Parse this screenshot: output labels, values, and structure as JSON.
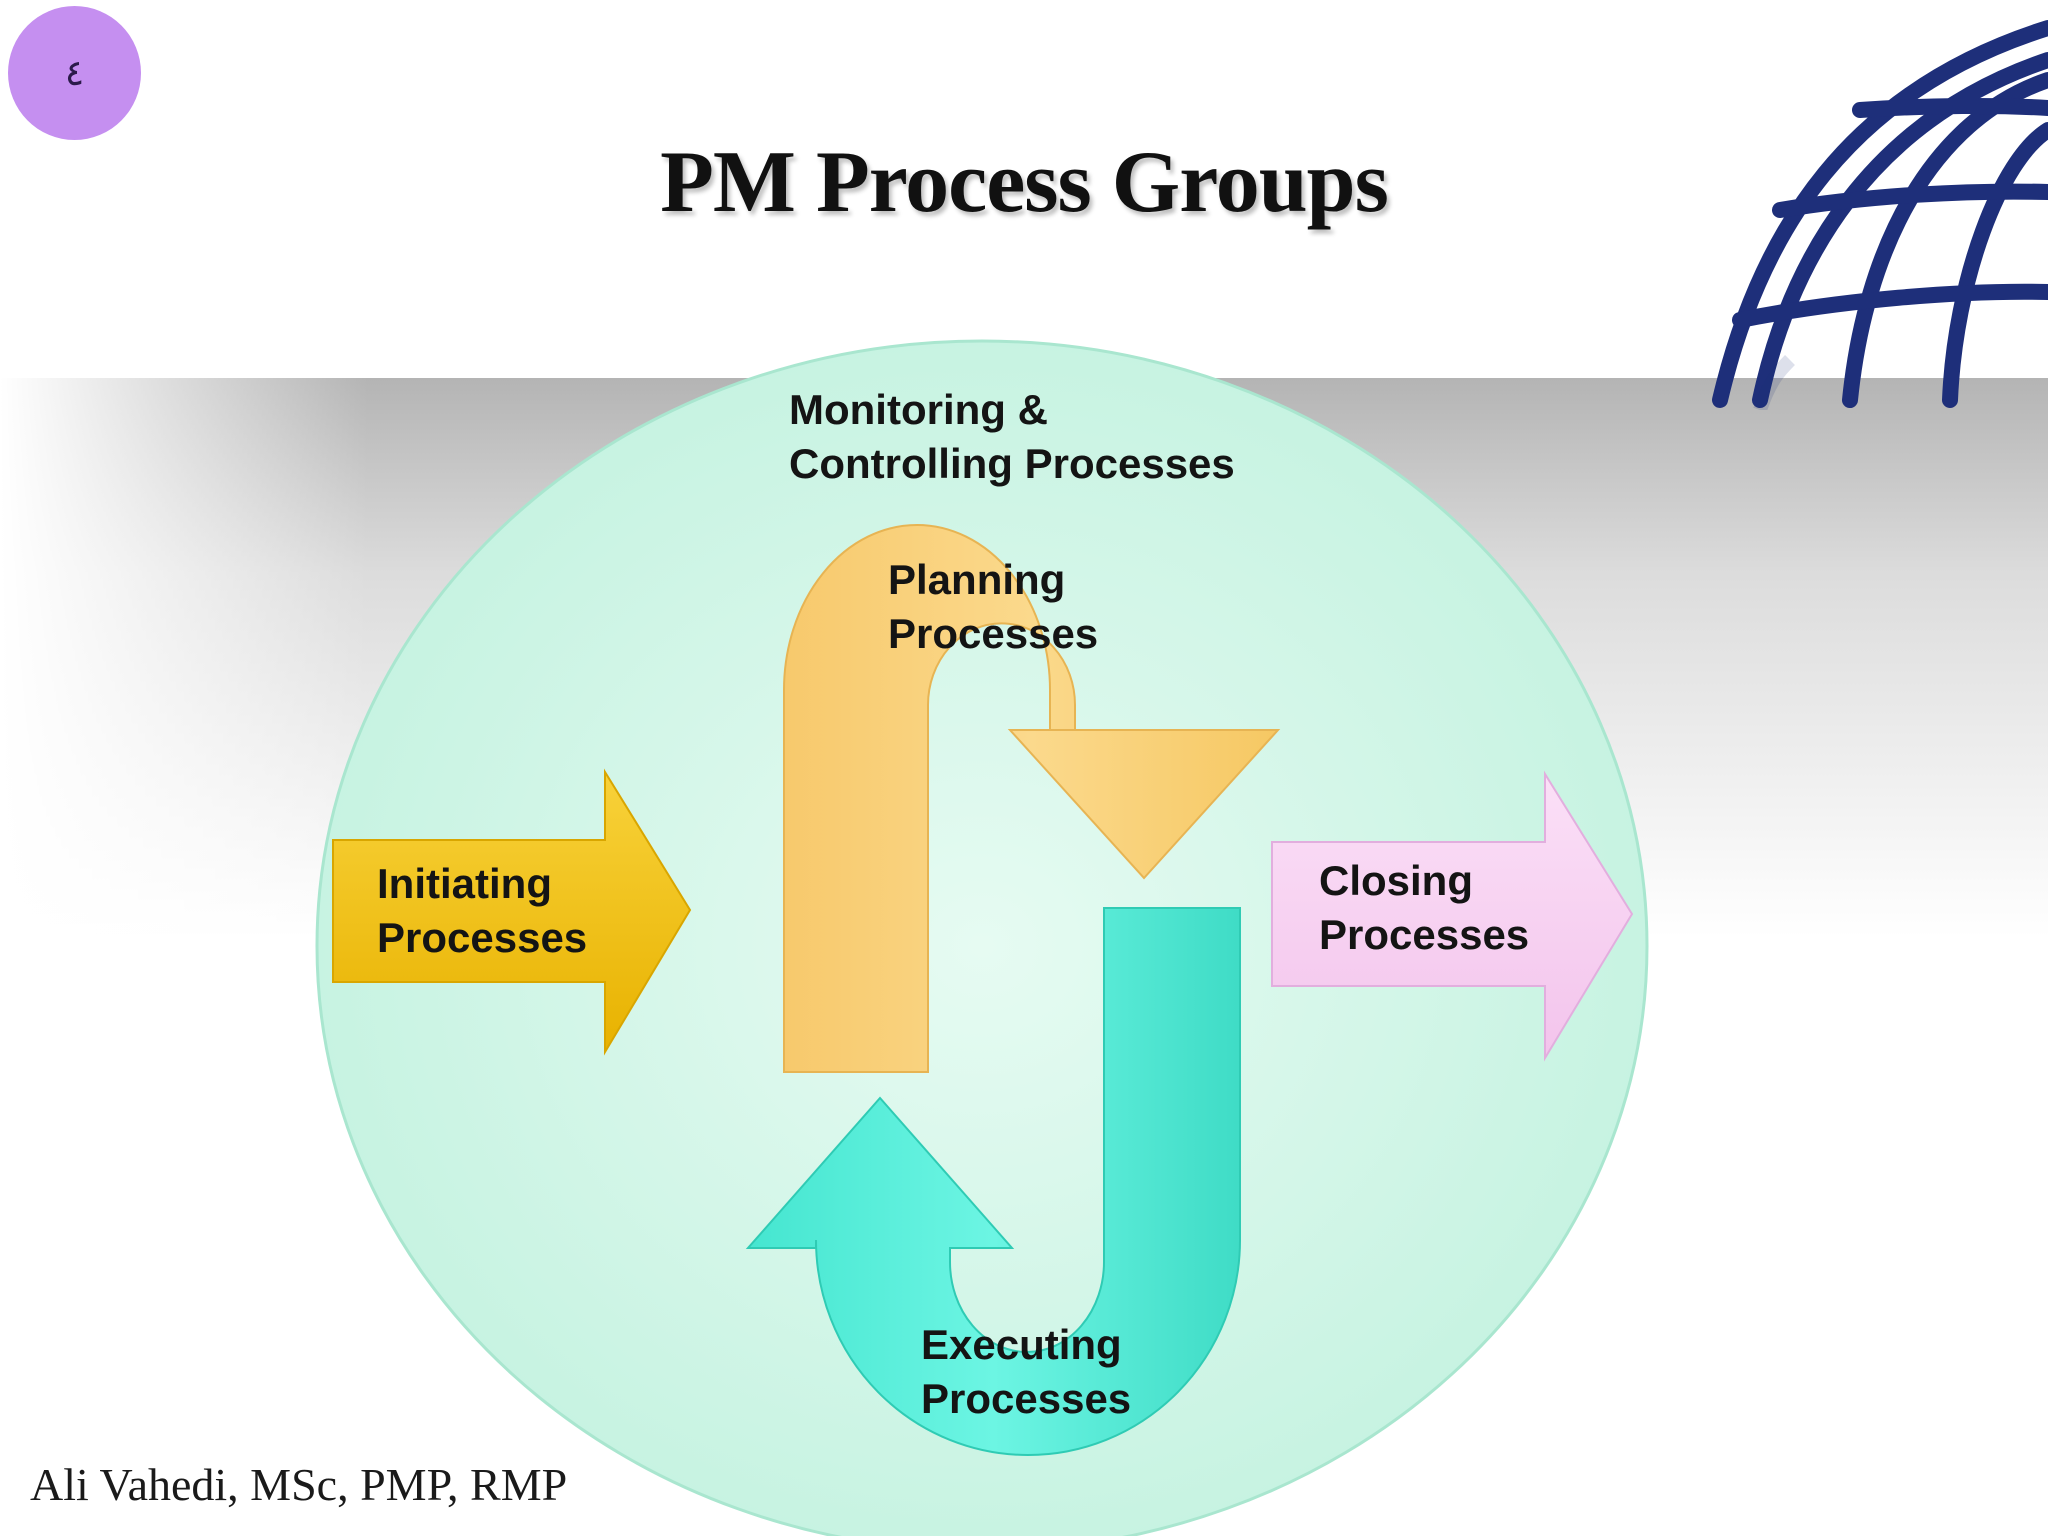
{
  "slide": {
    "page_number": "٤",
    "title": "PM Process Groups",
    "credit": "Ali Vahedi, MSc, PMP, RMP",
    "logo_icon": "globe-icon"
  },
  "diagram": {
    "boundary": {
      "label_line1": "Monitoring &",
      "label_line2": "Controlling Processes",
      "color": "#cdf6e6"
    },
    "nodes": {
      "initiating": {
        "line1": "Initiating",
        "line2": "Processes",
        "color": "#f5c51a"
      },
      "planning": {
        "line1": "Planning",
        "line2": "Processes",
        "color": "#f9d27a"
      },
      "executing": {
        "line1": "Executing",
        "line2": "Processes",
        "color": "#5ef0da"
      },
      "closing": {
        "line1": "Closing",
        "line2": "Processes",
        "color": "#f9d2f3"
      }
    },
    "flow": [
      "initiating",
      "planning",
      "executing",
      "closing"
    ]
  }
}
